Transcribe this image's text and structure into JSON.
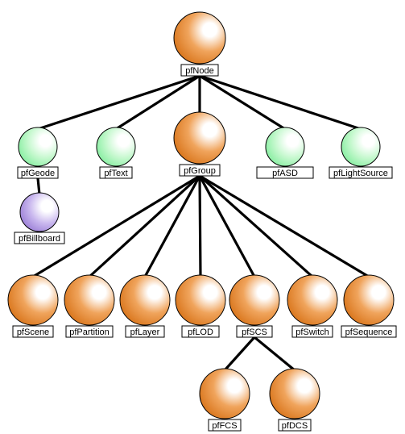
{
  "colors": {
    "group": "#e2801e",
    "leaf": "#8ef0a4",
    "child": "#a98fdc",
    "edge": "#000000"
  },
  "nodes": [
    {
      "id": "pfNode",
      "label": "pfNode",
      "kind": "group"
    },
    {
      "id": "pfGeode",
      "label": "pfGeode",
      "kind": "leaf"
    },
    {
      "id": "pfText",
      "label": "pfText",
      "kind": "leaf"
    },
    {
      "id": "pfGroup",
      "label": "pfGroup",
      "kind": "group"
    },
    {
      "id": "pfASD",
      "label": "pfASD",
      "kind": "leaf"
    },
    {
      "id": "pfLightSource",
      "label": "pfLightSource",
      "kind": "leaf"
    },
    {
      "id": "pfBillboard",
      "label": "pfBillboard",
      "kind": "child"
    },
    {
      "id": "pfScene",
      "label": "pfScene",
      "kind": "group"
    },
    {
      "id": "pfPartition",
      "label": "pfPartition",
      "kind": "group"
    },
    {
      "id": "pfLayer",
      "label": "pfLayer",
      "kind": "group"
    },
    {
      "id": "pfLOD",
      "label": "pfLOD",
      "kind": "group"
    },
    {
      "id": "pfSCS",
      "label": "pfSCS",
      "kind": "group"
    },
    {
      "id": "pfSwitch",
      "label": "pfSwitch",
      "kind": "group"
    },
    {
      "id": "pfSequence",
      "label": "pfSequence",
      "kind": "group"
    },
    {
      "id": "pfFCS",
      "label": "pfFCS",
      "kind": "group"
    },
    {
      "id": "pfDCS",
      "label": "pfDCS",
      "kind": "group"
    }
  ],
  "edges": [
    [
      "pfNode",
      "pfGeode"
    ],
    [
      "pfNode",
      "pfText"
    ],
    [
      "pfNode",
      "pfGroup"
    ],
    [
      "pfNode",
      "pfASD"
    ],
    [
      "pfNode",
      "pfLightSource"
    ],
    [
      "pfGeode",
      "pfBillboard"
    ],
    [
      "pfGroup",
      "pfScene"
    ],
    [
      "pfGroup",
      "pfPartition"
    ],
    [
      "pfGroup",
      "pfLayer"
    ],
    [
      "pfGroup",
      "pfLOD"
    ],
    [
      "pfGroup",
      "pfSCS"
    ],
    [
      "pfGroup",
      "pfSwitch"
    ],
    [
      "pfGroup",
      "pfSequence"
    ],
    [
      "pfSCS",
      "pfFCS"
    ],
    [
      "pfSCS",
      "pfDCS"
    ]
  ]
}
